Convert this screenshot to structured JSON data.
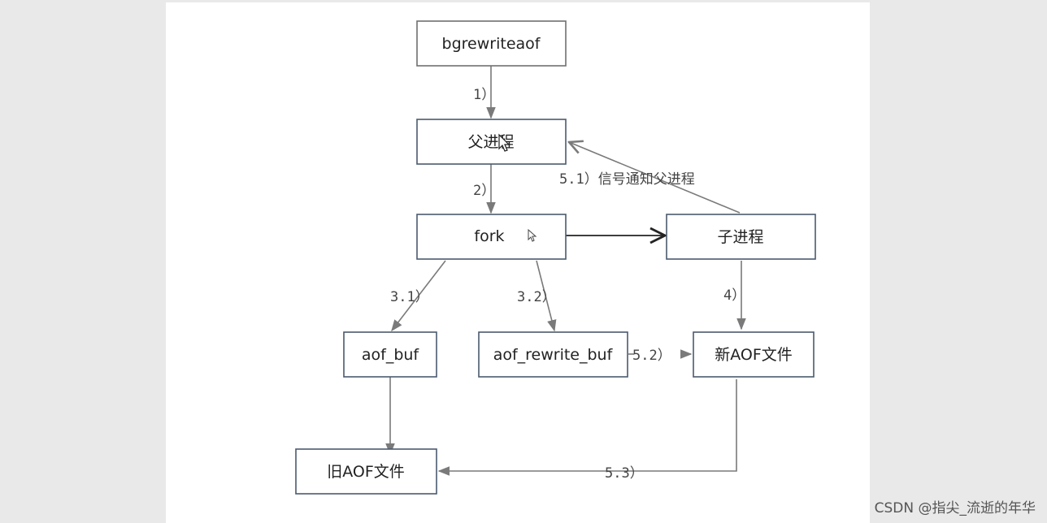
{
  "colors": {
    "box_border_dark": "#4a5a6e",
    "box_border_light": "#8a8a8a",
    "arrow": "#7a7a7a",
    "arrow_dark": "#222222",
    "text": "#222222",
    "background": "#ffffff",
    "page_background": "#e9e9e9"
  },
  "nodes": {
    "bgrewriteaof": "bgrewriteaof",
    "parent": "父进程",
    "fork": "fork",
    "child": "子进程",
    "aof_buf": "aof_buf",
    "aof_rewrite_buf": "aof_rewrite_buf",
    "new_aof": "新AOF文件",
    "old_aof": "旧AOF文件"
  },
  "edges": {
    "e1": "1）",
    "e2": "2）",
    "e31": "3.1）",
    "e32": "3.2）",
    "e4": "4）",
    "e51": "5.1）信号通知父进程",
    "e52": "5.2）",
    "e53": "5.3）"
  },
  "watermark": "CSDN @指尖_流逝的年华"
}
